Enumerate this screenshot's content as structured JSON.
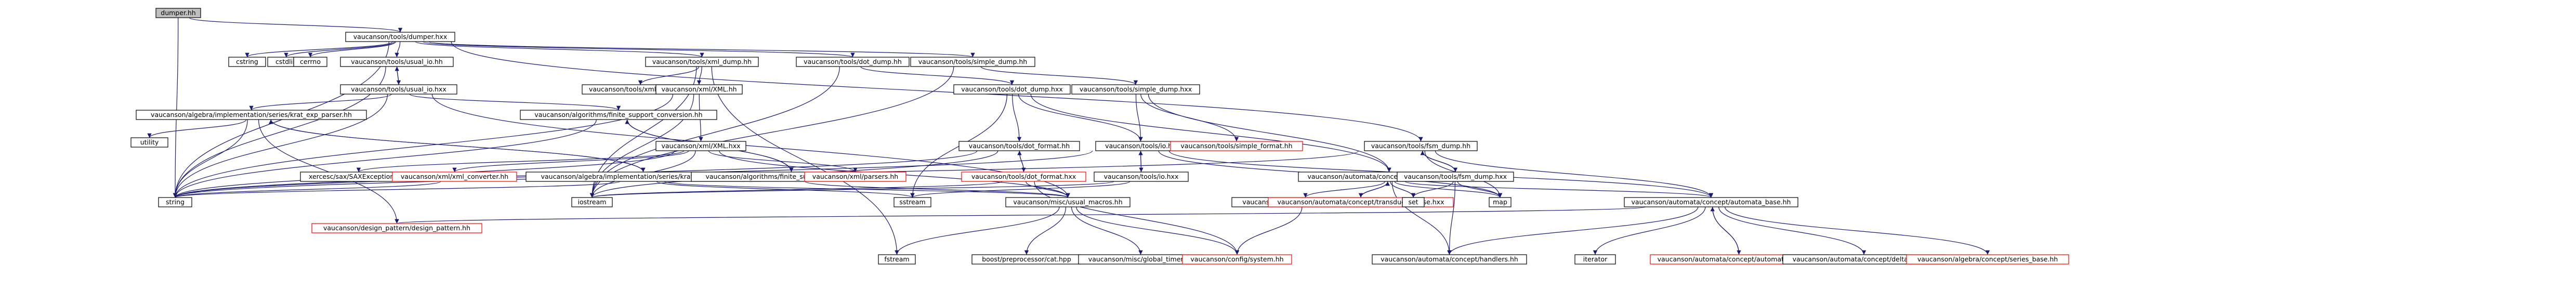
{
  "colors": {
    "edge": "#191970",
    "root_fill": "#bfbfbf",
    "node_fill": "#ffffff",
    "node_border": "#000000",
    "undocumented_border": "#ff0000"
  },
  "nodes": [
    {
      "id": "n0",
      "label": "dumper.hh",
      "root": true
    },
    {
      "id": "n1",
      "label": "vaucanson/tools/dumper.hxx"
    },
    {
      "id": "n2",
      "label": "cstring"
    },
    {
      "id": "n3",
      "label": "cstdlib"
    },
    {
      "id": "n4",
      "label": "cerrno"
    },
    {
      "id": "n5",
      "label": "vaucanson/tools/usual_io.hh"
    },
    {
      "id": "n6",
      "label": "vaucanson/tools/usual_io.hxx"
    },
    {
      "id": "n7",
      "label": "vaucanson/tools/xml_dump.hh"
    },
    {
      "id": "n8",
      "label": "vaucanson/tools/dot_dump.hh"
    },
    {
      "id": "n9",
      "label": "vaucanson/tools/simple_dump.hh"
    },
    {
      "id": "n10",
      "label": "vaucanson/tools/xml_dump.hxx"
    },
    {
      "id": "n11",
      "label": "vaucanson/xml/XML.hh"
    },
    {
      "id": "n12",
      "label": "vaucanson/tools/dot_dump.hxx"
    },
    {
      "id": "n13",
      "label": "vaucanson/tools/simple_dump.hxx"
    },
    {
      "id": "n14",
      "label": "vaucanson/algebra/implementation/series/krat_exp_parser.hh"
    },
    {
      "id": "n15",
      "label": "vaucanson/algorithms/finite_support_conversion.hh"
    },
    {
      "id": "n16",
      "label": "utility"
    },
    {
      "id": "n17",
      "label": "vaucanson/xml/XML.hxx"
    },
    {
      "id": "n18",
      "label": "vaucanson/tools/dot_format.hh"
    },
    {
      "id": "n19",
      "label": "vaucanson/tools/io.hh"
    },
    {
      "id": "n20",
      "label": "vaucanson/tools/simple_format.hh",
      "undocumented": true
    },
    {
      "id": "n21",
      "label": "vaucanson/tools/fsm_dump.hh"
    },
    {
      "id": "n22",
      "label": "xercesc/sax/SAXException.hpp"
    },
    {
      "id": "n23",
      "label": "vaucanson/xml/xml_converter.hh",
      "undocumented": true
    },
    {
      "id": "n24",
      "label": "vaucanson/algebra/implementation/series/krat_exp_parser.hxx"
    },
    {
      "id": "n25",
      "label": "vaucanson/algorithms/finite_support_conversion.hxx"
    },
    {
      "id": "n26",
      "label": "vaucanson/xml/parsers.hh",
      "undocumented": true
    },
    {
      "id": "n27",
      "label": "vaucanson/tools/dot_format.hxx",
      "undocumented": true
    },
    {
      "id": "n28",
      "label": "vaucanson/tools/io.hxx"
    },
    {
      "id": "n29",
      "label": "vaucanson/automata/concept/transducer_base.hh"
    },
    {
      "id": "n30",
      "label": "vaucanson/tools/fsm_dump.hxx"
    },
    {
      "id": "n31",
      "label": "string"
    },
    {
      "id": "n32",
      "label": "iostream"
    },
    {
      "id": "n33",
      "label": "sstream"
    },
    {
      "id": "n34",
      "label": "vaucanson/misc/usual_macros.hh"
    },
    {
      "id": "n35",
      "label": "vaucanson/design_pattern/predecls.hh"
    },
    {
      "id": "n36",
      "label": "vaucanson/automata/concept/transducer_base.hxx",
      "undocumented": true
    },
    {
      "id": "n37",
      "label": "set"
    },
    {
      "id": "n38",
      "label": "map"
    },
    {
      "id": "n39",
      "label": "vaucanson/automata/concept/automata_base.hh"
    },
    {
      "id": "n40",
      "label": "vaucanson/design_pattern/design_pattern.hh",
      "undocumented": true
    },
    {
      "id": "n41",
      "label": "fstream"
    },
    {
      "id": "n42",
      "label": "boost/preprocessor/cat.hpp"
    },
    {
      "id": "n43",
      "label": "vaucanson/misc/global_timer.hh"
    },
    {
      "id": "n44",
      "label": "vaucanson/config/system.hh",
      "undocumented": true
    },
    {
      "id": "n45",
      "label": "vaucanson/automata/concept/handlers.hh"
    },
    {
      "id": "n46",
      "label": "iterator"
    },
    {
      "id": "n47",
      "label": "vaucanson/automata/concept/automata_base.hxx",
      "undocumented": true
    },
    {
      "id": "n48",
      "label": "vaucanson/automata/concept/delta_kind.hh"
    },
    {
      "id": "n49",
      "label": "vaucanson/algebra/concept/series_base.hh",
      "undocumented": true
    }
  ],
  "edges": [
    [
      "n0",
      "n1"
    ],
    [
      "n0",
      "n31"
    ],
    [
      "n1",
      "n2"
    ],
    [
      "n1",
      "n3"
    ],
    [
      "n1",
      "n4"
    ],
    [
      "n1",
      "n5"
    ],
    [
      "n1",
      "n7"
    ],
    [
      "n1",
      "n8"
    ],
    [
      "n1",
      "n9"
    ],
    [
      "n1",
      "n21"
    ],
    [
      "n1",
      "n31"
    ],
    [
      "n5",
      "n6"
    ],
    [
      "n5",
      "n31"
    ],
    [
      "n6",
      "n5"
    ],
    [
      "n6",
      "n14"
    ],
    [
      "n6",
      "n15"
    ],
    [
      "n6",
      "n34"
    ],
    [
      "n6",
      "n31"
    ],
    [
      "n7",
      "n10"
    ],
    [
      "n7",
      "n41"
    ],
    [
      "n7",
      "n32"
    ],
    [
      "n7",
      "n11"
    ],
    [
      "n8",
      "n12"
    ],
    [
      "n8",
      "n32"
    ],
    [
      "n9",
      "n13"
    ],
    [
      "n9",
      "n32"
    ],
    [
      "n11",
      "n17"
    ],
    [
      "n11",
      "n32"
    ],
    [
      "n11",
      "n31"
    ],
    [
      "n12",
      "n18"
    ],
    [
      "n12",
      "n19"
    ],
    [
      "n12",
      "n29"
    ],
    [
      "n12",
      "n33"
    ],
    [
      "n13",
      "n20"
    ],
    [
      "n13",
      "n19"
    ],
    [
      "n13",
      "n29"
    ],
    [
      "n14",
      "n16"
    ],
    [
      "n14",
      "n24"
    ],
    [
      "n14",
      "n31"
    ],
    [
      "n14",
      "n40"
    ],
    [
      "n15",
      "n25"
    ],
    [
      "n15",
      "n31"
    ],
    [
      "n17",
      "n22"
    ],
    [
      "n17",
      "n23"
    ],
    [
      "n17",
      "n26"
    ],
    [
      "n17",
      "n32"
    ],
    [
      "n17",
      "n34"
    ],
    [
      "n17",
      "n31"
    ],
    [
      "n18",
      "n27"
    ],
    [
      "n18",
      "n32"
    ],
    [
      "n18",
      "n31"
    ],
    [
      "n19",
      "n28"
    ],
    [
      "n19",
      "n39"
    ],
    [
      "n19",
      "n38"
    ],
    [
      "n19",
      "n31"
    ],
    [
      "n21",
      "n30"
    ],
    [
      "n21",
      "n39"
    ],
    [
      "n21",
      "n38"
    ],
    [
      "n21",
      "n31"
    ],
    [
      "n23",
      "n31"
    ],
    [
      "n24",
      "n14"
    ],
    [
      "n24",
      "n33"
    ],
    [
      "n24",
      "n31"
    ],
    [
      "n24",
      "n34"
    ],
    [
      "n25",
      "n15"
    ],
    [
      "n25",
      "n34"
    ],
    [
      "n27",
      "n18"
    ],
    [
      "n27",
      "n34"
    ],
    [
      "n27",
      "n44"
    ],
    [
      "n27",
      "n32"
    ],
    [
      "n28",
      "n19"
    ],
    [
      "n28",
      "n32"
    ],
    [
      "n28",
      "n33"
    ],
    [
      "n29",
      "n35"
    ],
    [
      "n29",
      "n36"
    ],
    [
      "n29",
      "n37"
    ],
    [
      "n29",
      "n38"
    ],
    [
      "n29",
      "n39"
    ],
    [
      "n29",
      "n45"
    ],
    [
      "n30",
      "n21"
    ],
    [
      "n30",
      "n38"
    ],
    [
      "n30",
      "n37"
    ],
    [
      "n30",
      "n45"
    ],
    [
      "n34",
      "n41"
    ],
    [
      "n34",
      "n42"
    ],
    [
      "n34",
      "n43"
    ],
    [
      "n34",
      "n44"
    ],
    [
      "n35",
      "n44"
    ],
    [
      "n36",
      "n29"
    ],
    [
      "n39",
      "n45"
    ],
    [
      "n39",
      "n46"
    ],
    [
      "n39",
      "n47"
    ],
    [
      "n39",
      "n48"
    ],
    [
      "n39",
      "n49"
    ],
    [
      "n39",
      "n40"
    ],
    [
      "n47",
      "n39"
    ]
  ]
}
